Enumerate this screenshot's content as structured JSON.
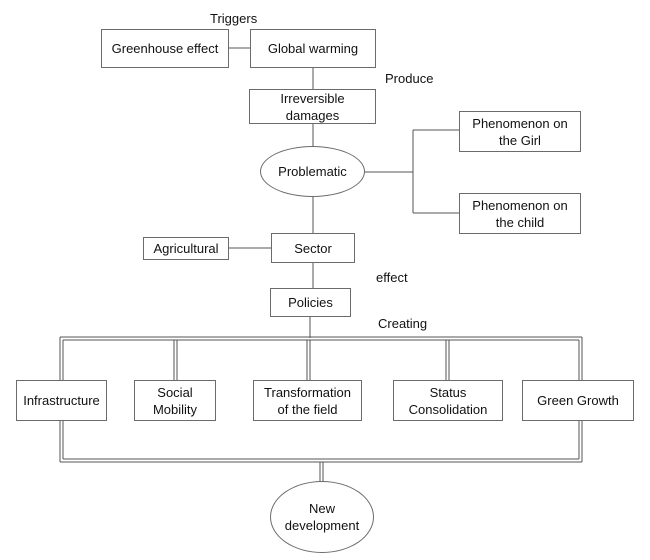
{
  "nodes": {
    "greenhouse": "Greenhouse effect",
    "global_warming": "Global warming",
    "irreversible_damages": "Irreversible\ndamages",
    "problematic": "Problematic",
    "phenomenon_girl": "Phenomenon on\nthe Girl",
    "phenomenon_child": "Phenomenon on\nthe child",
    "agricultural": "Agricultural",
    "sector": "Sector",
    "policies": "Policies",
    "infrastructure": "Infrastructure",
    "social_mobility": "Social\nMobility",
    "transformation": "Transformation\nof the field",
    "status_consolidation": "Status\nConsolidation",
    "green_growth": "Green Growth",
    "new_development": "New\ndevelopment"
  },
  "edge_labels": {
    "triggers": "Triggers",
    "produce": "Produce",
    "effect": "effect",
    "creating": "Creating"
  }
}
